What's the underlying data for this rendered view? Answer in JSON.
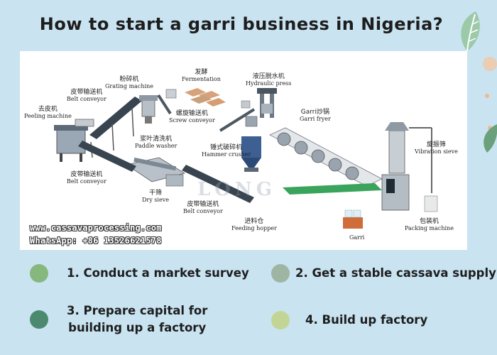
{
  "title": "How to start a garri business in Nigeria?",
  "colors": {
    "background": "#c9e3f1",
    "leaf": "#9cc9a8",
    "dot1": "#86b87e",
    "dot2": "#9fb5a4",
    "dot3": "#4b8a6f",
    "dot4": "#c3d595"
  },
  "diagram": {
    "labels": {
      "peeling": {
        "cn": "去皮机",
        "en": "Peeling machine"
      },
      "belt1": {
        "cn": "皮带输送机",
        "en": "Belt conveyor"
      },
      "grating": {
        "cn": "粉碎机",
        "en": "Grating machine"
      },
      "fermentation": {
        "cn": "发酵",
        "en": "Fermentation"
      },
      "hydraulic": {
        "cn": "液压脱水机",
        "en": "Hydraulic press"
      },
      "screw": {
        "cn": "螺旋输送机",
        "en": "Screw conveyor"
      },
      "paddle": {
        "cn": "浆叶清洗机",
        "en": "Paddle washer"
      },
      "hammer": {
        "cn": "锤式破碎机",
        "en": "Hammer crusher"
      },
      "fryer": {
        "cn": "Garri炒锅",
        "en": "Garri fryer"
      },
      "vibration": {
        "cn": "旋振筛",
        "en": "Vibration sieve"
      },
      "belt2": {
        "cn": "皮带输送机",
        "en": "Belt conveyor"
      },
      "drysieve": {
        "cn": "干筛",
        "en": "Dry sieve"
      },
      "belt3": {
        "cn": "皮带输送机",
        "en": "Belt conveyor"
      },
      "feeding": {
        "cn": "进料仓",
        "en": "Feeding hopper"
      },
      "packing": {
        "cn": "包装机",
        "en": "Packing machine"
      },
      "garri": {
        "cn": "",
        "en": "Garri"
      }
    },
    "watermark_site": "www.cassavaprocessing.com",
    "watermark_phone": "WhatsApp: +86 13526621578",
    "brand_watermark": "LONG"
  },
  "steps": [
    {
      "label": "1. Conduct a market survey"
    },
    {
      "label": "2. Get a stable cassava supply"
    },
    {
      "label": "3. Prepare capital for\nbuilding up a factory"
    },
    {
      "label": "4. Build up factory"
    }
  ]
}
